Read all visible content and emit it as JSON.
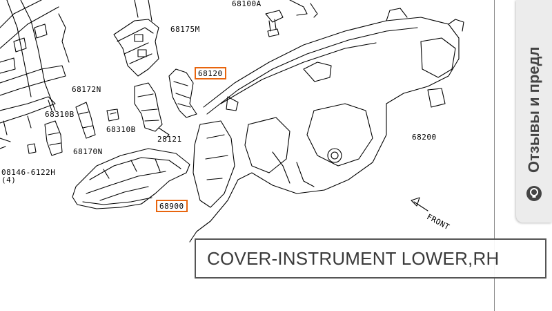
{
  "diagram": {
    "part_labels": [
      {
        "id": "68100A",
        "text": "68100A"
      },
      {
        "id": "68175M",
        "text": "68175M"
      },
      {
        "id": "68120",
        "text": "68120",
        "highlighted": true
      },
      {
        "id": "68172N",
        "text": "68172N"
      },
      {
        "id": "68310B_a",
        "text": "68310B"
      },
      {
        "id": "68310B_b",
        "text": "68310B"
      },
      {
        "id": "28121",
        "text": "28121"
      },
      {
        "id": "68170N",
        "text": "68170N"
      },
      {
        "id": "68200",
        "text": "68200"
      },
      {
        "id": "bolt",
        "text": "08146-6122H"
      },
      {
        "id": "bolt_qty",
        "text": "(4)"
      },
      {
        "id": "68900",
        "text": "68900",
        "highlighted": true
      },
      {
        "id": "front",
        "text": "FRONT"
      }
    ],
    "highlight_color": "#e8650e"
  },
  "tooltip": {
    "text": "COVER-INSTRUMENT LOWER,RH"
  },
  "side_tab": {
    "text": "Отзывы и предл",
    "icon": "bulb-icon"
  }
}
